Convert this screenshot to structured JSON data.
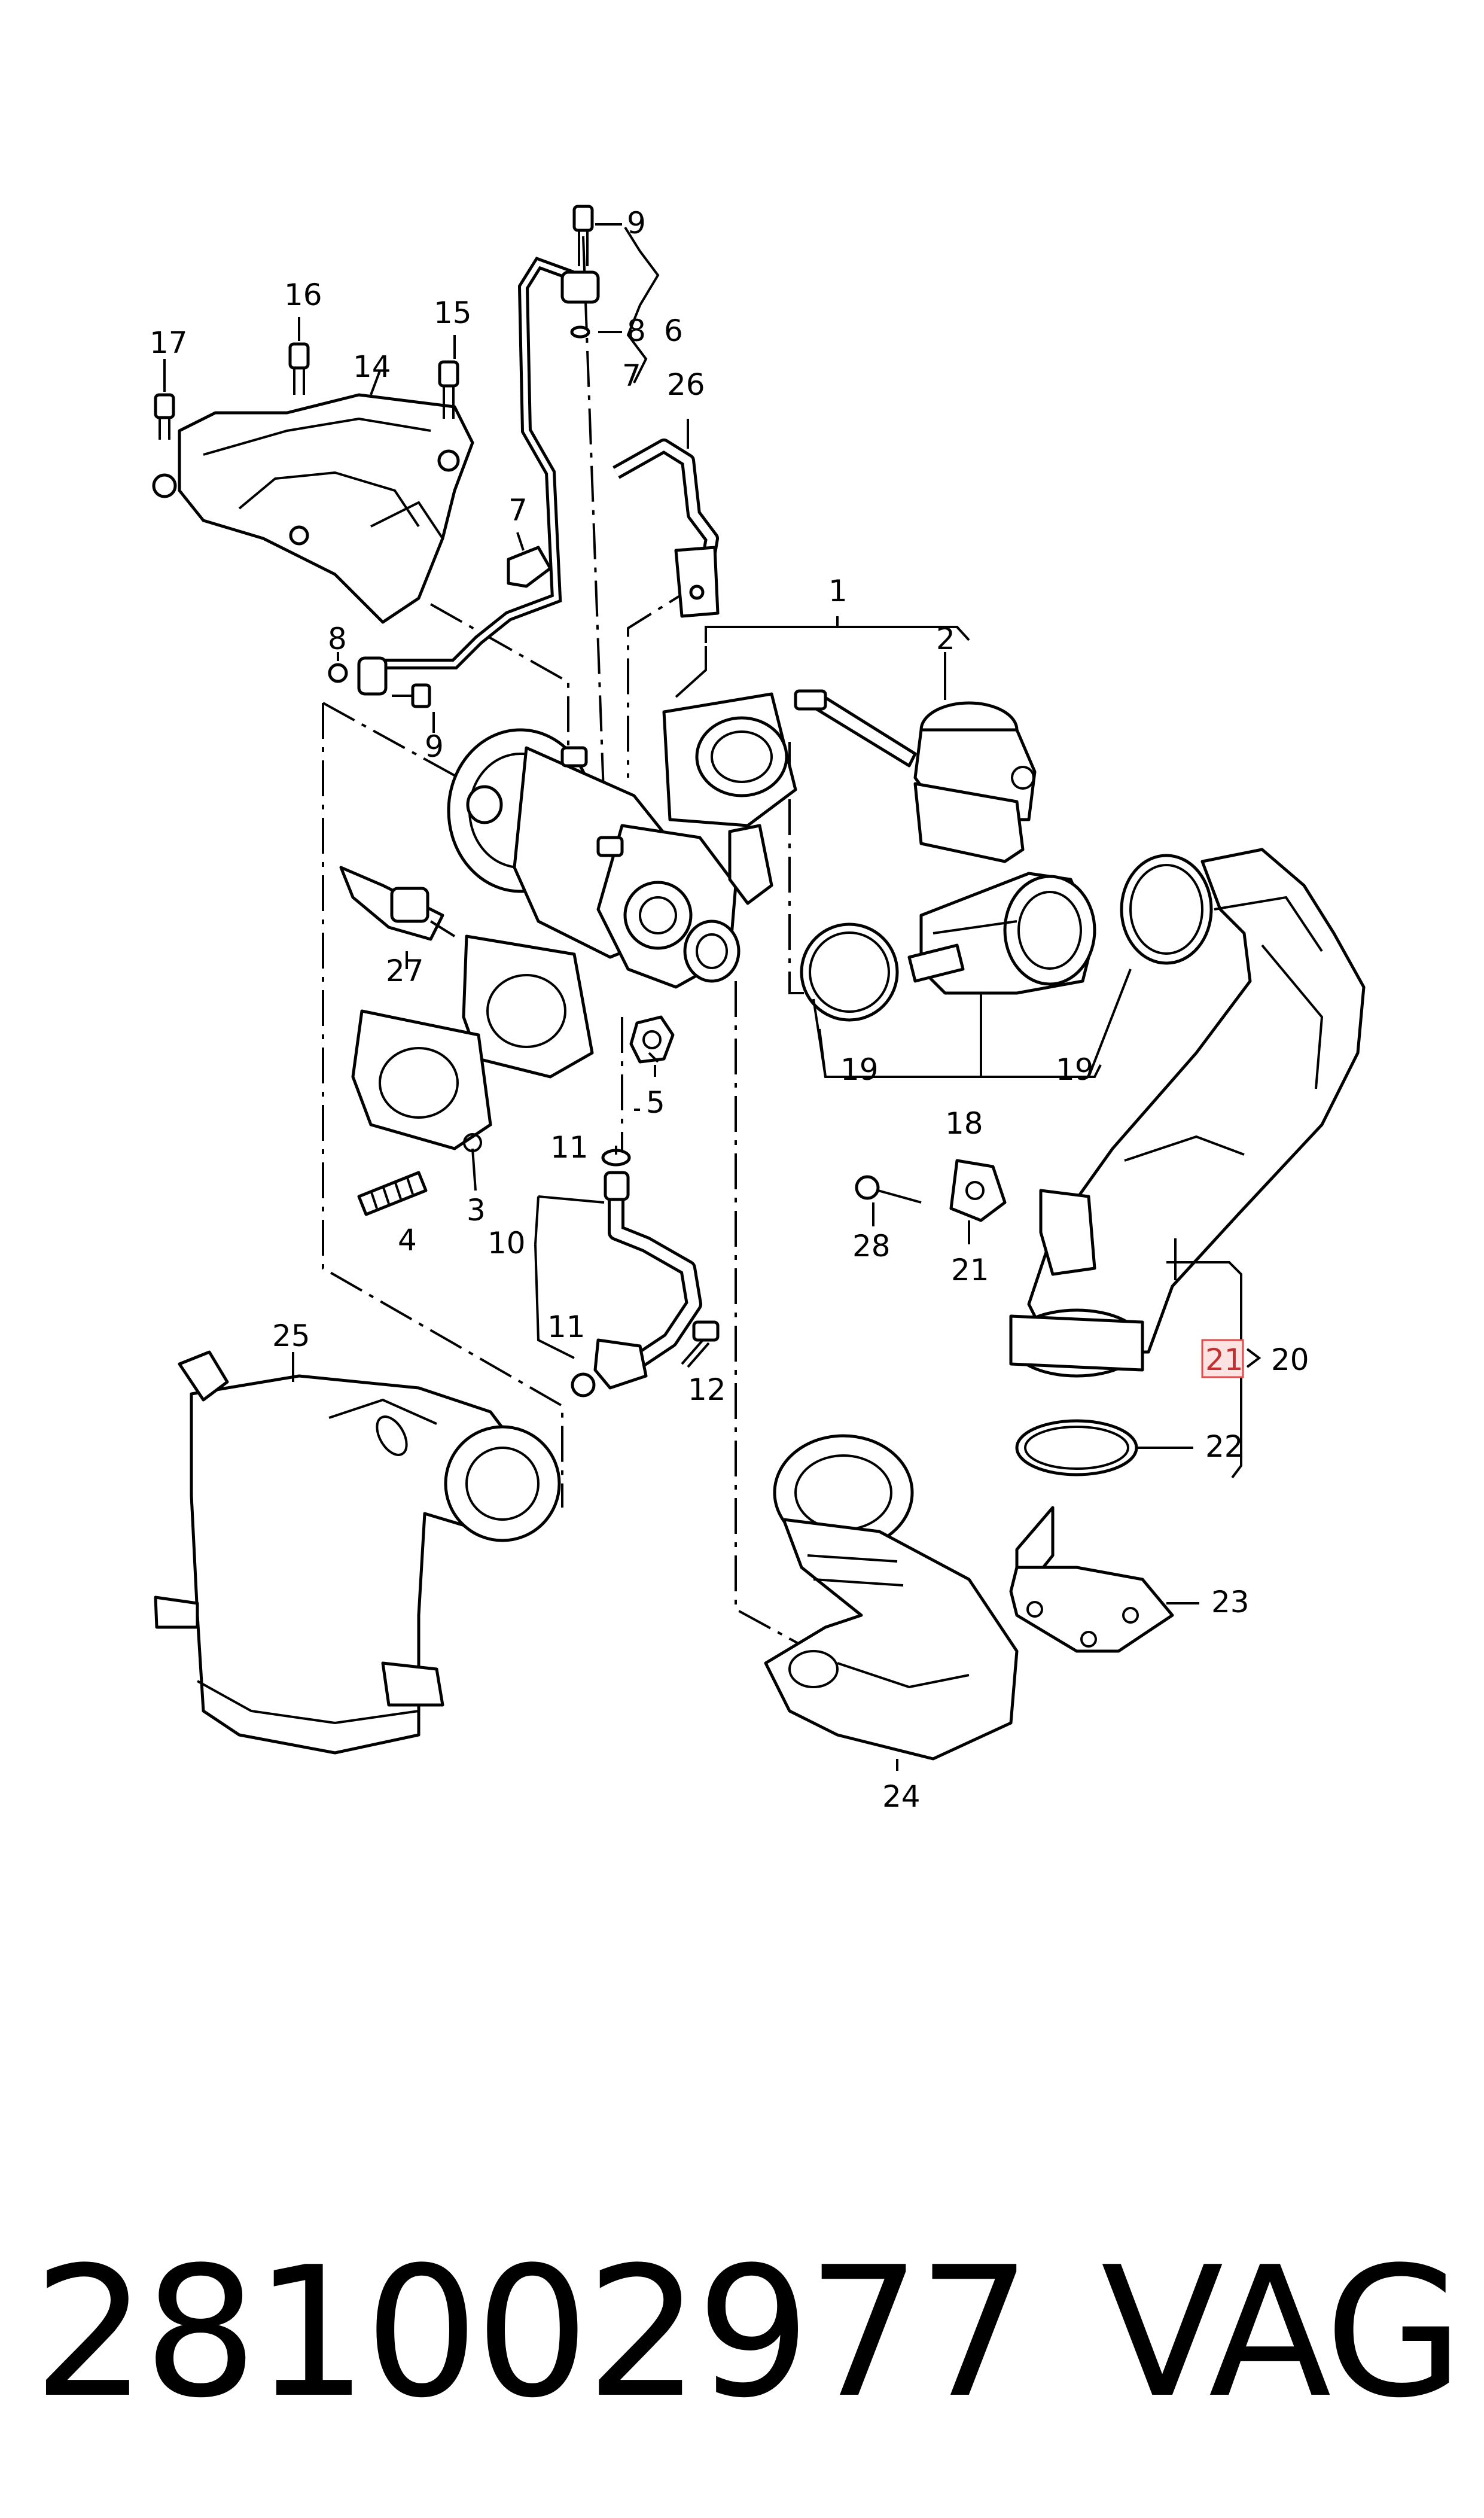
{
  "callouts": [
    {
      "id": "c1",
      "text": "1"
    },
    {
      "id": "c2",
      "text": "2"
    },
    {
      "id": "c3",
      "text": "3"
    },
    {
      "id": "c4",
      "text": "4"
    },
    {
      "id": "c5",
      "text": "5"
    },
    {
      "id": "c6",
      "text": "6"
    },
    {
      "id": "c7a",
      "text": "7"
    },
    {
      "id": "c7b",
      "text": "7"
    },
    {
      "id": "c8a",
      "text": "8"
    },
    {
      "id": "c8b",
      "text": "8"
    },
    {
      "id": "c9a",
      "text": "9"
    },
    {
      "id": "c9b",
      "text": "9"
    },
    {
      "id": "c10",
      "text": "10"
    },
    {
      "id": "c11a",
      "text": "11"
    },
    {
      "id": "c11b",
      "text": "11"
    },
    {
      "id": "c12",
      "text": "12"
    },
    {
      "id": "c14",
      "text": "14"
    },
    {
      "id": "c15",
      "text": "15"
    },
    {
      "id": "c16",
      "text": "16"
    },
    {
      "id": "c17",
      "text": "17"
    },
    {
      "id": "c18",
      "text": "18"
    },
    {
      "id": "c19a",
      "text": "19"
    },
    {
      "id": "c19b",
      "text": "19"
    },
    {
      "id": "c20",
      "text": "20"
    },
    {
      "id": "c21a",
      "text": "21"
    },
    {
      "id": "c21b",
      "text": "21"
    },
    {
      "id": "c22",
      "text": "22"
    },
    {
      "id": "c23",
      "text": "23"
    },
    {
      "id": "c24",
      "text": "24"
    },
    {
      "id": "c25",
      "text": "25"
    },
    {
      "id": "c26",
      "text": "26"
    },
    {
      "id": "c27",
      "text": "27"
    },
    {
      "id": "c28",
      "text": "28"
    }
  ],
  "highlight": {
    "callout": "21",
    "color": "#e04a4a"
  },
  "footer": {
    "part_number": "281002977",
    "brand": "VAG"
  }
}
